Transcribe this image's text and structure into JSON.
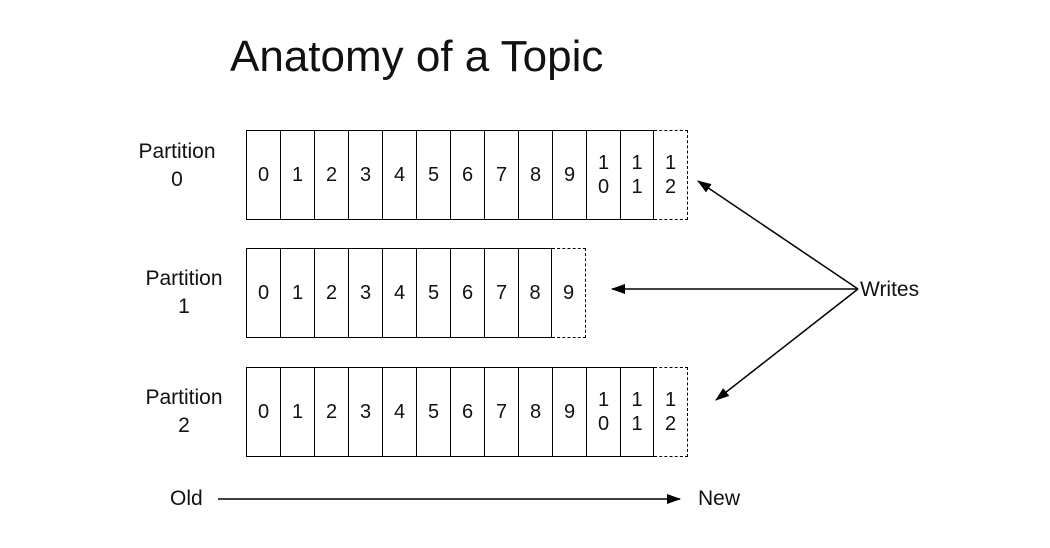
{
  "title": "Anatomy of a Topic",
  "partitions": [
    {
      "label_line1": "Partition",
      "label_line2": "0",
      "offsets": [
        "0",
        "1",
        "2",
        "3",
        "4",
        "5",
        "6",
        "7",
        "8",
        "9",
        "10",
        "11"
      ],
      "next_offset": "12"
    },
    {
      "label_line1": "Partition",
      "label_line2": "1",
      "offsets": [
        "0",
        "1",
        "2",
        "3",
        "4",
        "5",
        "6",
        "7",
        "8"
      ],
      "next_offset": "9"
    },
    {
      "label_line1": "Partition",
      "label_line2": "2",
      "offsets": [
        "0",
        "1",
        "2",
        "3",
        "4",
        "5",
        "6",
        "7",
        "8",
        "9",
        "10",
        "11"
      ],
      "next_offset": "12"
    }
  ],
  "writes_label": "Writes",
  "axis": {
    "old_label": "Old",
    "new_label": "New"
  }
}
